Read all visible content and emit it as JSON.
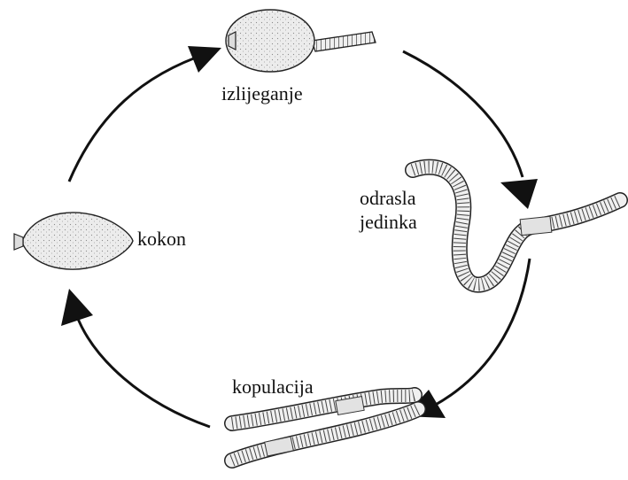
{
  "diagram": {
    "labels": {
      "hatching": "izlijeganje",
      "adult_line1": "odrasla",
      "adult_line2": "jedinka",
      "cocoon": "kokon",
      "copulation": "kopulacija"
    },
    "stages": [
      "cocoon",
      "hatching",
      "adult",
      "copulation"
    ],
    "colors": {
      "ink": "#111111",
      "body_fill": "#ececec",
      "background": "#ffffff"
    }
  }
}
